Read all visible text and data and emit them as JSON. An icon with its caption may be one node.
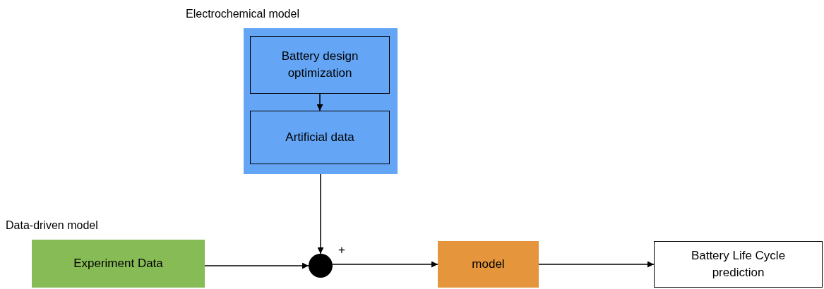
{
  "diagram": {
    "nodes": [
      {
        "text": [
          "Electrochemical model"
        ]
      },
      {
        "text": [
          "Battery design optimization"
        ],
        "in": 0
      },
      {
        "text": [
          "Artificial data"
        ],
        "in": 0
      },
      {
        "text": [
          "Data-driven model",
          "Experiment Data"
        ]
      },
      {
        "text": [],
        "shape": "circle",
        "beside": [
          "+"
        ]
      },
      {
        "text": [
          "model"
        ]
      },
      {
        "text": [
          "Battery Life Cycle prediction"
        ]
      }
    ],
    "edges": [
      {
        "from": 1,
        "to": 2,
        "arrow": "to"
      },
      {
        "from": 0,
        "to": 4,
        "arrow": "to"
      },
      {
        "from": 3,
        "to": 4,
        "arrow": "to"
      },
      {
        "from": 4,
        "to": 5,
        "arrow": "to"
      },
      {
        "from": 5,
        "to": 6,
        "arrow": "to"
      }
    ]
  }
}
